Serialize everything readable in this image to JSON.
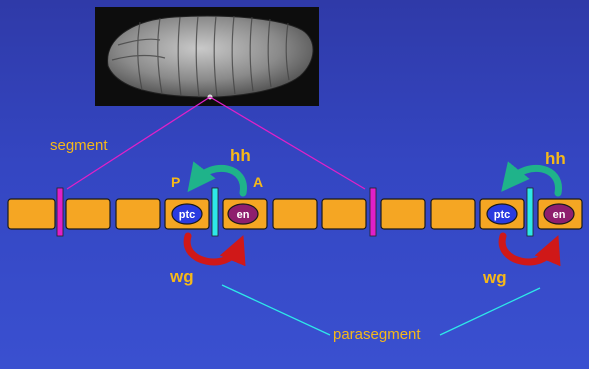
{
  "labels": {
    "segment": "segment",
    "parasegment": "parasegment",
    "hh": "hh",
    "wg": "wg",
    "p": "P",
    "a": "A",
    "ptc": "ptc",
    "en": "en"
  },
  "colors": {
    "background": "#3446c2",
    "cell_fill": "#f5a623",
    "label": "#f5b819",
    "segment_boundary": "#e020c8",
    "parasegment_boundary": "#2ee8e8",
    "ptc_nucleus": "#2a3be0",
    "en_nucleus": "#8e1e6e",
    "hh_arrow": "#1fb38a",
    "wg_arrow": "#d01818"
  },
  "photo": {
    "subject": "embryo micrograph"
  }
}
